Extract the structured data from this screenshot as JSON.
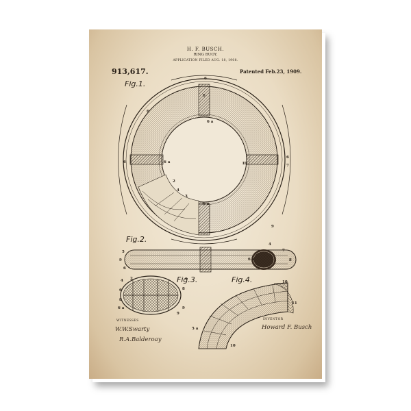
{
  "header": {
    "inventor": "H. F. BUSCH.",
    "title": "RING BUOY.",
    "filed": "APPLICATION FILED AUG. 18, 1908.",
    "patent_number": "913,617.",
    "patent_date": "Patented Feb.23, 1909."
  },
  "figures": {
    "fig1": "Fig.1.",
    "fig2": "Fig.2.",
    "fig3": "Fig.3.",
    "fig4": "Fig.4."
  },
  "labels": {
    "witnesses": "WITNESSES",
    "inventor": "INVENTOR"
  },
  "signatures": {
    "witness_1": "W.W.Swarty",
    "witness_2": "R.A.Balderoay",
    "inventor": "Howard F. Busch"
  },
  "reference_numerals": [
    "6",
    "6",
    "6 a",
    "6",
    "6 a",
    "6",
    "7",
    "2",
    "3",
    "4",
    "6 a",
    "6",
    "9",
    "III",
    "5",
    "9",
    "6",
    "4",
    "7",
    "6 a",
    "8",
    "4",
    "6",
    "8",
    "6 a",
    "9",
    "10",
    "11",
    "5 a",
    "10",
    "9",
    "8",
    "2",
    "9"
  ],
  "colors": {
    "paper": "#eadcc3",
    "ink": "#2a2118",
    "edge": "#c9ad87"
  }
}
